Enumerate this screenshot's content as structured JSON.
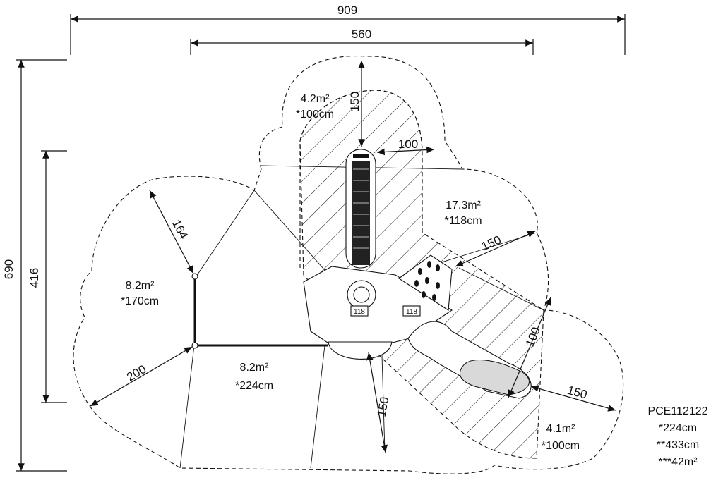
{
  "dimensions": {
    "overall_width": "909",
    "inner_width": "560",
    "overall_height": "690",
    "inner_height": "416",
    "top_150": "150",
    "top_100": "100",
    "right_150": "150",
    "left_164": "164",
    "left_200": "200",
    "bottom_150": "150",
    "right_100": "100",
    "lower_right_150": "150"
  },
  "zones": {
    "top": {
      "area": "4.2m²",
      "height": "*100cm"
    },
    "right": {
      "area": "17.3m²",
      "height": "*118cm"
    },
    "left": {
      "area": "8.2m²",
      "height": "*170cm"
    },
    "bottom": {
      "area": "8.2m²",
      "height": "*224cm"
    },
    "lower_right": {
      "area": "4.1m²",
      "height": "*100cm"
    }
  },
  "platform_tags": [
    "118",
    "118"
  ],
  "product": {
    "code": "PCE112122",
    "height": "*224cm",
    "free_fall": "**433cm",
    "area": "***42m²"
  }
}
